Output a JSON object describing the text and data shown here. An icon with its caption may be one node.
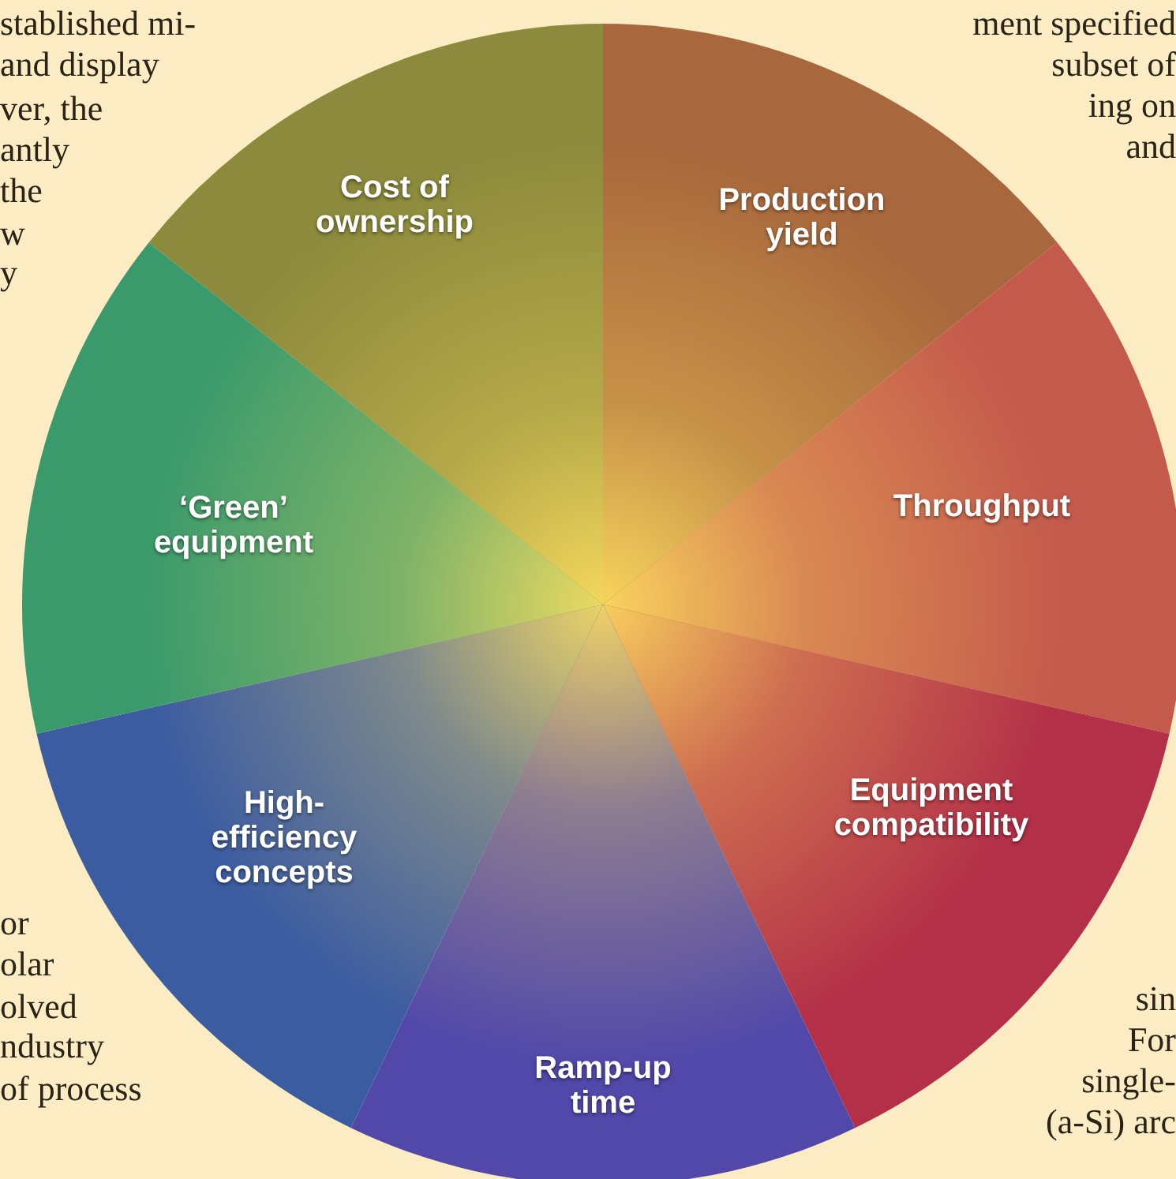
{
  "diagram": {
    "nodes": [
      {
        "text": [
          "Cost of ownership"
        ]
      },
      {
        "text": [
          "Production yield"
        ]
      },
      {
        "text": [
          "Throughput"
        ]
      },
      {
        "text": [
          "Equipment compatibility"
        ]
      },
      {
        "text": [
          "Ramp-up time"
        ]
      },
      {
        "text": [
          "High-efficiency concepts"
        ]
      },
      {
        "text": [
          "‘Green’ equipment"
        ]
      }
    ],
    "labels": [
      "stablished mi-",
      "and display",
      "ver, the",
      "antly",
      "the",
      "w",
      "y",
      "ment specified",
      "subset of",
      "ing on",
      "and",
      "or",
      "olar",
      "olved",
      "ndustry",
      "of process",
      "sin",
      "For",
      "single-",
      "(a-Si) arc"
    ]
  }
}
